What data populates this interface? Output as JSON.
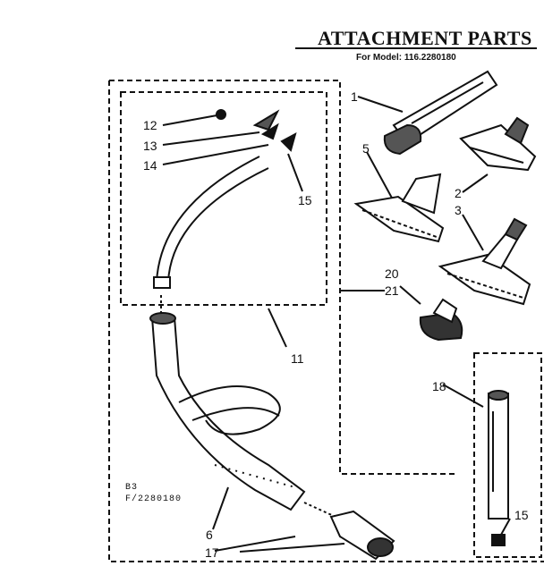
{
  "diagram": {
    "title": "ATTACHMENT PARTS",
    "subtitle": "For Model: 116.2280180",
    "model_block": {
      "line1": "B3",
      "line2": "F/2280180"
    },
    "callouts": [
      "1",
      "2",
      "3",
      "5",
      "6",
      "11",
      "12",
      "13",
      "14",
      "15",
      "15",
      "17",
      "18",
      "20",
      "21"
    ],
    "parts": [
      "wand",
      "rug-nozzle",
      "floor-brush",
      "dusting-brush",
      "hose",
      "hose-end",
      "crevice-tool",
      "nozzle-adapter"
    ]
  },
  "colors": {
    "ink": "#111111",
    "paper": "#ffffff",
    "shade": "#555555"
  }
}
